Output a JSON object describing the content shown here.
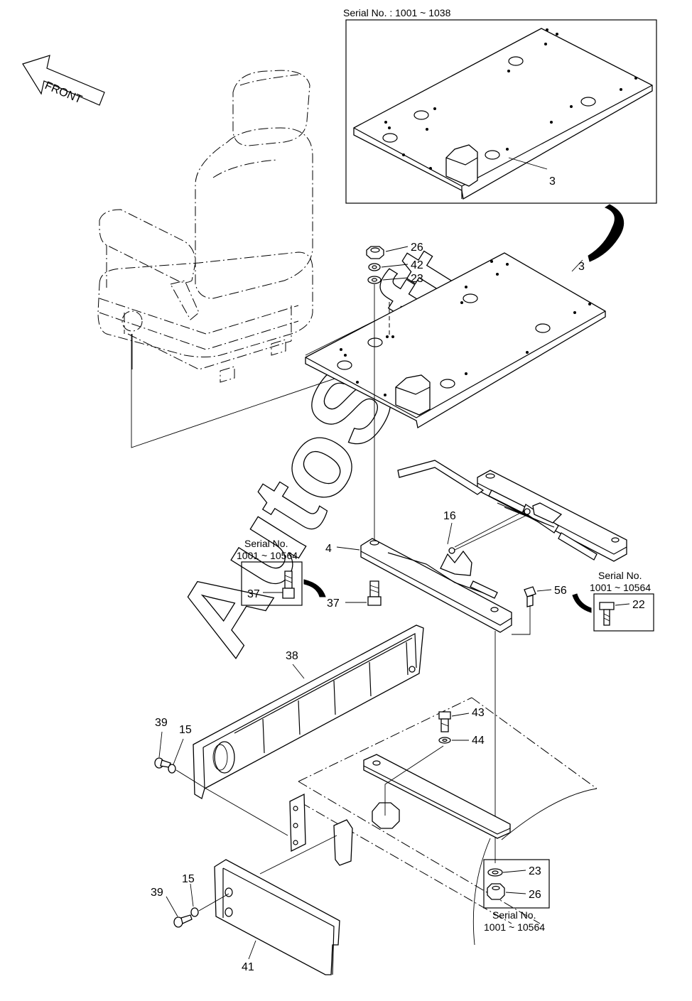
{
  "front_arrow": {
    "label": "FRONT"
  },
  "watermark": "AutoSoft",
  "serial_notes": {
    "top_inset": "Serial No. : 1001 ~ 1038",
    "left_box": [
      "Serial No.",
      "1001 ~ 10564"
    ],
    "right_box": [
      "Serial No.",
      "1001 ~ 10564"
    ],
    "bottom_box": [
      "Serial No.",
      "1001 ~ 10564"
    ]
  },
  "part_labels": {
    "p3_inset": "3",
    "p3_main": "3",
    "p26_top": "26",
    "p42": "42",
    "p23_top": "23",
    "p16": "16",
    "p4": "4",
    "p37_box": "37",
    "p37": "37",
    "p56": "56",
    "p22": "22",
    "p38": "38",
    "p39_upper": "39",
    "p15_upper": "15",
    "p43": "43",
    "p44": "44",
    "p23_bottom": "23",
    "p26_bottom": "26",
    "p39_lower": "39",
    "p15_lower": "15",
    "p41": "41"
  }
}
